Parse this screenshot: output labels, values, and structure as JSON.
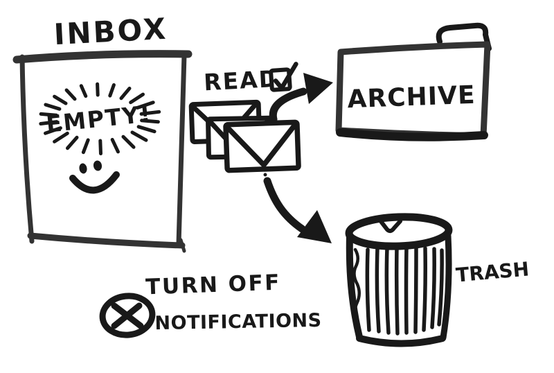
{
  "colors": {
    "ink": "#191919",
    "box_ink": "#333333",
    "paper": "#ffffff"
  },
  "sketch": {
    "inbox": {
      "title": "INBOX",
      "status": "EMPTY!"
    },
    "mail": {
      "tag": "READ",
      "checked": true
    },
    "archive": {
      "label": "ARCHIVE"
    },
    "trash": {
      "label": "TRASH"
    },
    "advice": {
      "line1": "TURN OFF",
      "line2": "NOTIFICATIONS"
    }
  }
}
